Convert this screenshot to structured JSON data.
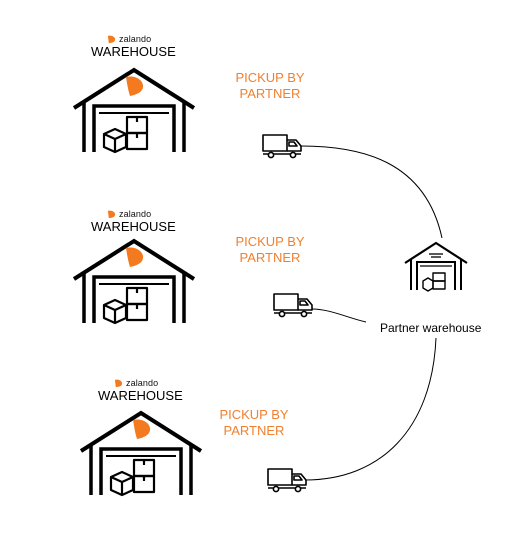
{
  "warehouses": [
    {
      "brand": "zalando",
      "title": "WAREHOUSE",
      "pickup_line1": "PICKUP BY",
      "pickup_line2": "PARTNER"
    },
    {
      "brand": "zalando",
      "title": "WAREHOUSE",
      "pickup_line1": "PICKUP BY",
      "pickup_line2": "PARTNER"
    },
    {
      "brand": "zalando",
      "title": "WAREHOUSE",
      "pickup_line1": "PICKUP BY",
      "pickup_line2": "PARTNER"
    }
  ],
  "partner": {
    "label": "Partner warehouse"
  },
  "colors": {
    "accent": "#f08030",
    "line": "#000000"
  }
}
